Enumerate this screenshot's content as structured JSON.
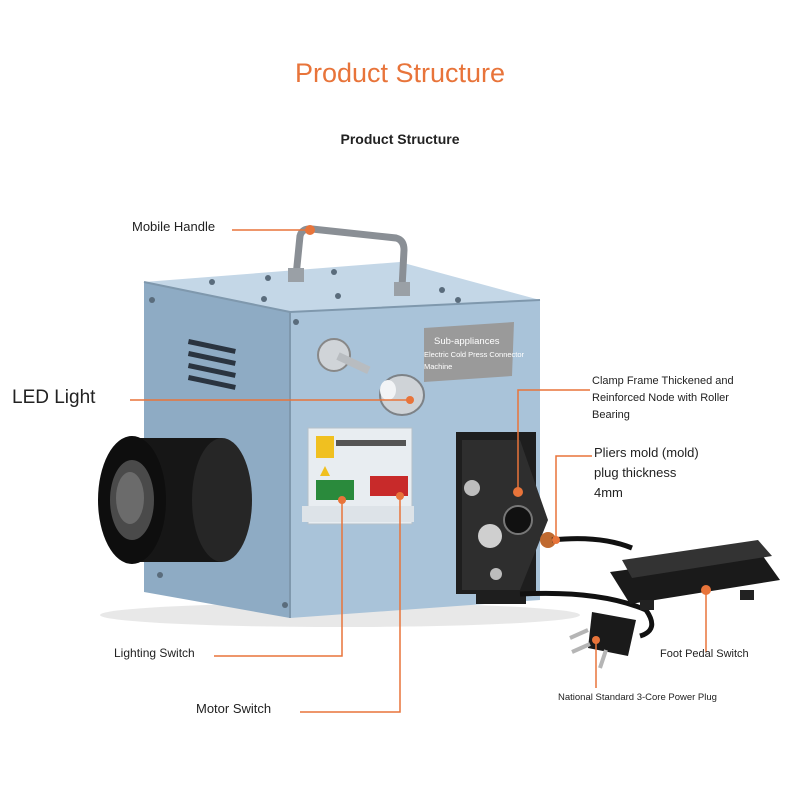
{
  "header": {
    "title": "Product Structure",
    "subtitle": "Product Structure"
  },
  "plate": {
    "line1": "Sub-appliances",
    "line2": "Electric Cold Press Connector",
    "line3": "Machine"
  },
  "labels": {
    "mobile_handle": "Mobile Handle",
    "led_light": "LED Light",
    "clamp_frame_1": "Clamp Frame Thickened and",
    "clamp_frame_2": "Reinforced Node with Roller",
    "clamp_frame_3": "Bearing",
    "pliers_mold_1": "Pliers mold (mold)",
    "pliers_mold_2": "plug thickness",
    "pliers_mold_3": "4mm",
    "lighting_switch": "Lighting Switch",
    "motor_switch": "Motor Switch",
    "foot_pedal_switch": "Foot Pedal Switch",
    "power_plug": "National Standard 3-Core Power Plug"
  },
  "colors": {
    "accent": "#e8743a",
    "machine_body": "#a9c3d9",
    "motor": "#1c1c1c"
  }
}
